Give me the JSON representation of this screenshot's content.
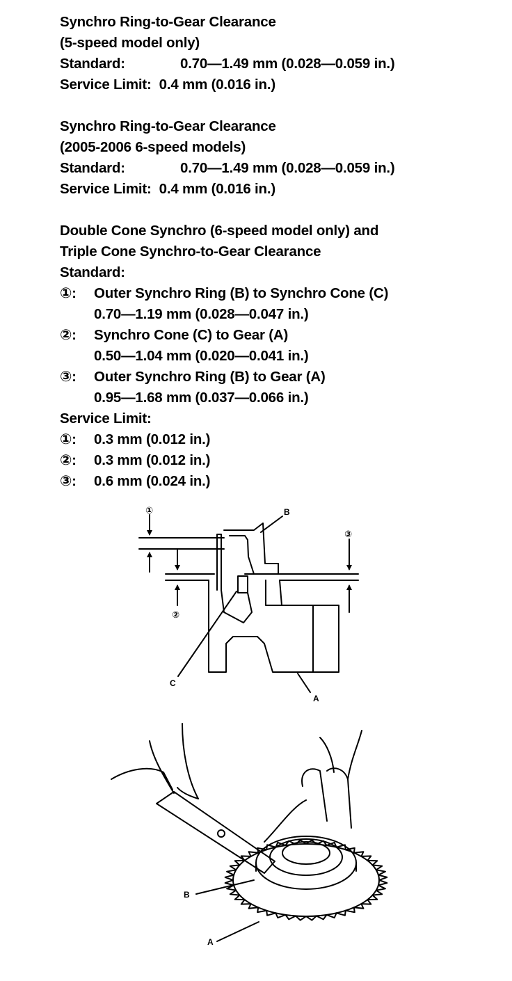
{
  "block1": {
    "title_line1": "Synchro Ring-to-Gear Clearance",
    "title_line2": "(5-speed model only)",
    "standard_label": "Standard:",
    "standard_value": "0.70—1.49 mm (0.028—0.059 in.)",
    "service_limit_label": "Service Limit:",
    "service_limit_value": "0.4 mm (0.016 in.)"
  },
  "block2": {
    "title_line1": "Synchro Ring-to-Gear Clearance",
    "title_line2": "(2005-2006 6-speed models)",
    "standard_label": "Standard:",
    "standard_value": "0.70—1.49 mm (0.028—0.059 in.)",
    "service_limit_label": "Service Limit:",
    "service_limit_value": "0.4 mm (0.016 in.)"
  },
  "block3": {
    "title_line1": "Double Cone Synchro (6-speed model only) and",
    "title_line2": "Triple Cone Synchro-to-Gear Clearance",
    "standard_label": "Standard:",
    "standard_items": [
      {
        "num": "①:",
        "desc": "Outer Synchro Ring (B) to Synchro Cone (C)",
        "value": "0.70—1.19 mm (0.028—0.047 in.)"
      },
      {
        "num": "②:",
        "desc": "Synchro Cone (C) to Gear (A)",
        "value": "0.50—1.04 mm (0.020—0.041 in.)"
      },
      {
        "num": "③:",
        "desc": "Outer Synchro Ring (B) to Gear (A)",
        "value": "0.95—1.68 mm (0.037—0.066 in.)"
      }
    ],
    "service_limit_label": "Service Limit:",
    "service_limit_items": [
      {
        "num": "①:",
        "value": "0.3 mm (0.012 in.)"
      },
      {
        "num": "②:",
        "value": "0.3 mm (0.012 in.)"
      },
      {
        "num": "③:",
        "value": "0.6 mm (0.024 in.)"
      }
    ]
  },
  "diagram": {
    "callout_1": "①",
    "callout_2": "②",
    "callout_3": "③",
    "label_a": "A",
    "label_b": "B",
    "label_c": "C"
  },
  "illustration": {
    "label_a": "A",
    "label_b": "B"
  }
}
